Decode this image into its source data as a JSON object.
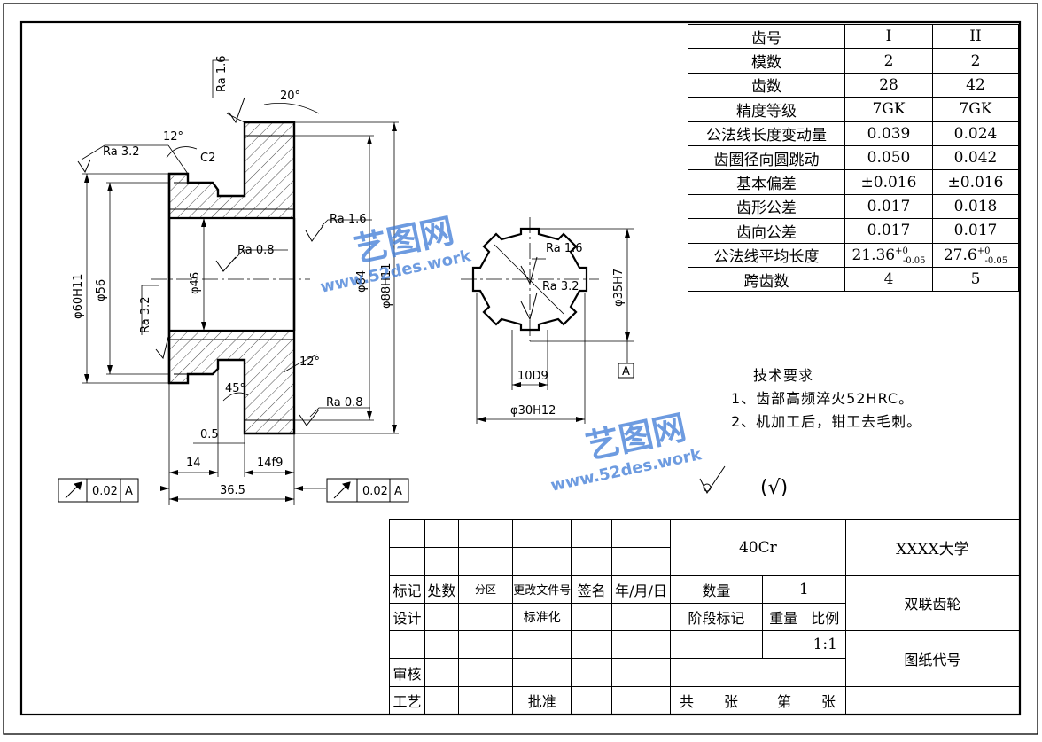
{
  "drawing": {
    "dimensions": {
      "ra16": "Ra 1.6",
      "ra32_top": "Ra 3.2",
      "deg12_top": "12°",
      "c2": "C2",
      "deg20": "20°",
      "ra16_right": "Ra 1.6",
      "ra08_mid": "Ra 0.8",
      "d60": "φ60H11",
      "d56": "φ56",
      "d46": "φ46",
      "d84": "φ84",
      "d88": "φ88H11",
      "ra32_left": "Ra 3.2",
      "deg12_bot": "12°",
      "deg45": "45°",
      "ra08_bot": "Ra 0.8",
      "d05": "0.5",
      "w14": "14",
      "w14f9": "14f9",
      "w365": "36.5",
      "spline_ra16": "Ra 1.6",
      "spline_ra32": "Ra 3.2",
      "d35": "φ35H7",
      "w10": "10D9",
      "d30": "φ30H12",
      "datum": "A"
    },
    "tolerance_left": {
      "value": "0.02",
      "datum": "A"
    },
    "tolerance_right": {
      "value": "0.02",
      "datum": "A"
    },
    "roughness_note": "(√)"
  },
  "gear_table": {
    "header": [
      "齿号",
      "I",
      "II"
    ],
    "rows": [
      [
        "模数",
        "2",
        "2"
      ],
      [
        "齿数",
        "28",
        "42"
      ],
      [
        "精度等级",
        "7GK",
        "7GK"
      ],
      [
        "公法线长度变动量",
        "0.039",
        "0.024"
      ],
      [
        "齿圈径向圆跳动",
        "0.050",
        "0.042"
      ],
      [
        "基本偏差",
        "±0.016",
        "±0.016"
      ],
      [
        "齿形公差",
        "0.017",
        "0.018"
      ],
      [
        "齿向公差",
        "0.017",
        "0.017"
      ]
    ],
    "avg_len": {
      "label": "公法线平均长度",
      "v1": "21.36",
      "v2": "27.6",
      "sup": "+0",
      "sub": "-0.05"
    },
    "span": [
      "跨齿数",
      "4",
      "5"
    ]
  },
  "tech_requirements": {
    "title": "技术要求",
    "items": [
      "1、齿部高频淬火52HRC。",
      "2、机加工后，钳工去毛刺。"
    ]
  },
  "title_block": {
    "mark": "标记",
    "count": "处数",
    "zone": "分区",
    "change_doc": "更改文件号",
    "sign": "签名",
    "date": "年/月/日",
    "design": "设计",
    "standard": "标准化",
    "review": "审核",
    "process": "工艺",
    "approve": "批准",
    "material": "40Cr",
    "university": "XXXX大学",
    "qty_label": "数量",
    "qty": "1",
    "part_name": "双联齿轮",
    "stage": "阶段标记",
    "weight": "重量",
    "scale_label": "比例",
    "scale": "1:1",
    "drawing_no": "图纸代号",
    "total": "共",
    "sheet_unit": "张",
    "sheet_no": "第",
    "sheet_unit2": "张"
  },
  "watermark": {
    "brand": "艺图网",
    "url": "www.52des.work"
  }
}
